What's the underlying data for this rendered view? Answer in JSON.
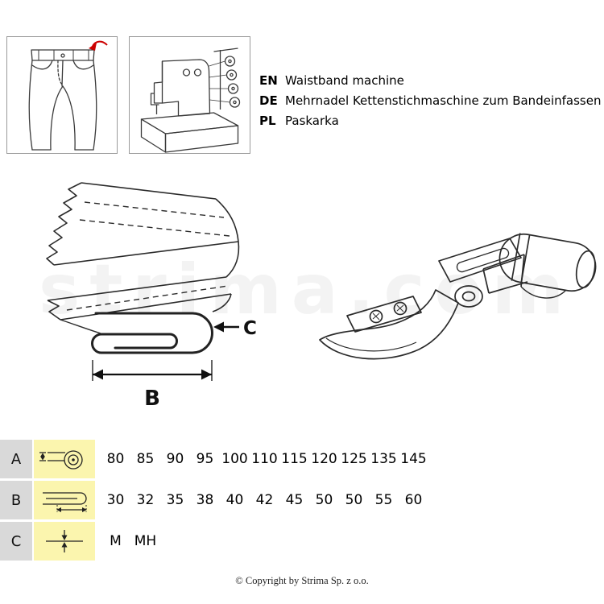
{
  "meta": {
    "watermark": "strima.com",
    "copyright": "© Copyright by Strima Sp. z o.o."
  },
  "header": {
    "languages": [
      {
        "code": "EN",
        "text": "Waistband machine"
      },
      {
        "code": "DE",
        "text": "Mehrnadel Kettenstichmaschine zum Bandeinfassen"
      },
      {
        "code": "PL",
        "text": "Paskarka"
      }
    ]
  },
  "thumbnails": [
    {
      "icon": "jeans-waistband-icon"
    },
    {
      "icon": "sewing-machine-icon"
    }
  ],
  "diagram": {
    "label_b": "B",
    "label_c": "C"
  },
  "spec_table": {
    "rows": [
      {
        "key": "A",
        "icon": "tape-roll-width-icon",
        "values": [
          "80",
          "85",
          "90",
          "95",
          "100",
          "110",
          "115",
          "120",
          "125",
          "135",
          "145"
        ]
      },
      {
        "key": "B",
        "icon": "folded-band-width-icon",
        "values": [
          "30",
          "32",
          "35",
          "38",
          "40",
          "42",
          "45",
          "50",
          "50",
          "55",
          "60"
        ]
      },
      {
        "key": "C",
        "icon": "material-thickness-icon",
        "values": [
          "M",
          "MH"
        ]
      }
    ]
  },
  "colors": {
    "accent_red": "#cc0000",
    "key_cell_bg": "#d9d9d9",
    "icon_cell_bg": "#fbf5ae",
    "line_color": "#2b2b2b"
  }
}
